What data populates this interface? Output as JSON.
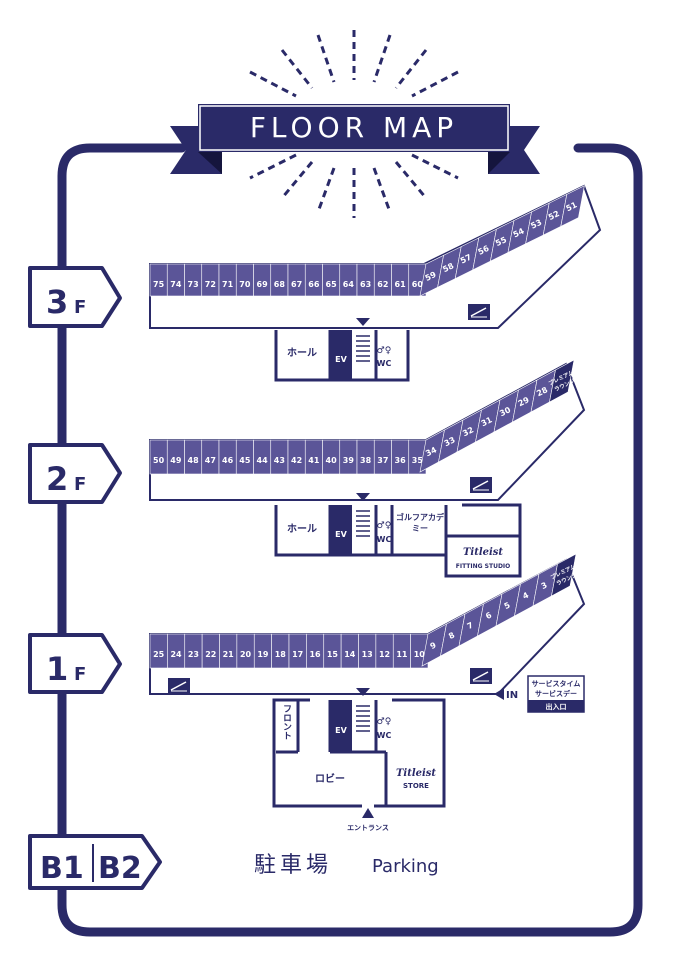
{
  "header": {
    "title": "FLOOR MAP"
  },
  "colors": {
    "navy": "#2a2a68",
    "bay": "#5b5598"
  },
  "floors": [
    {
      "id": "3f",
      "label_num": "3",
      "label_unit": "F",
      "bays_straight": [
        "75",
        "74",
        "73",
        "72",
        "71",
        "70",
        "69",
        "68",
        "67",
        "66",
        "65",
        "64",
        "63",
        "62",
        "61",
        "60"
      ],
      "bays_diagonal": [
        "59",
        "58",
        "57",
        "56",
        "55",
        "54",
        "53",
        "52",
        "51"
      ],
      "extra_bay": "",
      "rooms": {
        "hall": "ホール",
        "ev": "EV",
        "wc": "WC"
      }
    },
    {
      "id": "2f",
      "label_num": "2",
      "label_unit": "F",
      "bays_straight": [
        "50",
        "49",
        "48",
        "47",
        "46",
        "45",
        "44",
        "43",
        "42",
        "41",
        "40",
        "39",
        "38",
        "37",
        "36",
        "35"
      ],
      "bays_diagonal": [
        "34",
        "33",
        "32",
        "31",
        "30",
        "29",
        "28"
      ],
      "extra_bay": "プレミアムラウンジ",
      "rooms": {
        "hall": "ホール",
        "ev": "EV",
        "wc": "WC",
        "academy": "ゴルフアカデミー",
        "titleist": "Titleist",
        "fitting": "FITTING STUDIO"
      }
    },
    {
      "id": "1f",
      "label_num": "1",
      "label_unit": "F",
      "bays_straight": [
        "25",
        "24",
        "23",
        "22",
        "21",
        "20",
        "19",
        "18",
        "17",
        "16",
        "15",
        "14",
        "13",
        "12",
        "11",
        "10"
      ],
      "bays_diagonal": [
        "9",
        "8",
        "7",
        "6",
        "5",
        "4",
        "3"
      ],
      "extra_bay": "プレミアムラウンジ",
      "rooms": {
        "front": "フロント",
        "ev": "EV",
        "wc": "WC",
        "lobby": "ロビー",
        "titleist": "Titleist",
        "store": "STORE",
        "entrance": "エントランス",
        "in": "IN",
        "service1": "サービスタイム",
        "service2": "サービスデー",
        "exit": "出入口"
      }
    }
  ],
  "basement": {
    "label_b1": "B1",
    "label_b2": "B2",
    "parking_jp": "駐車場",
    "parking_en": "Parking"
  }
}
